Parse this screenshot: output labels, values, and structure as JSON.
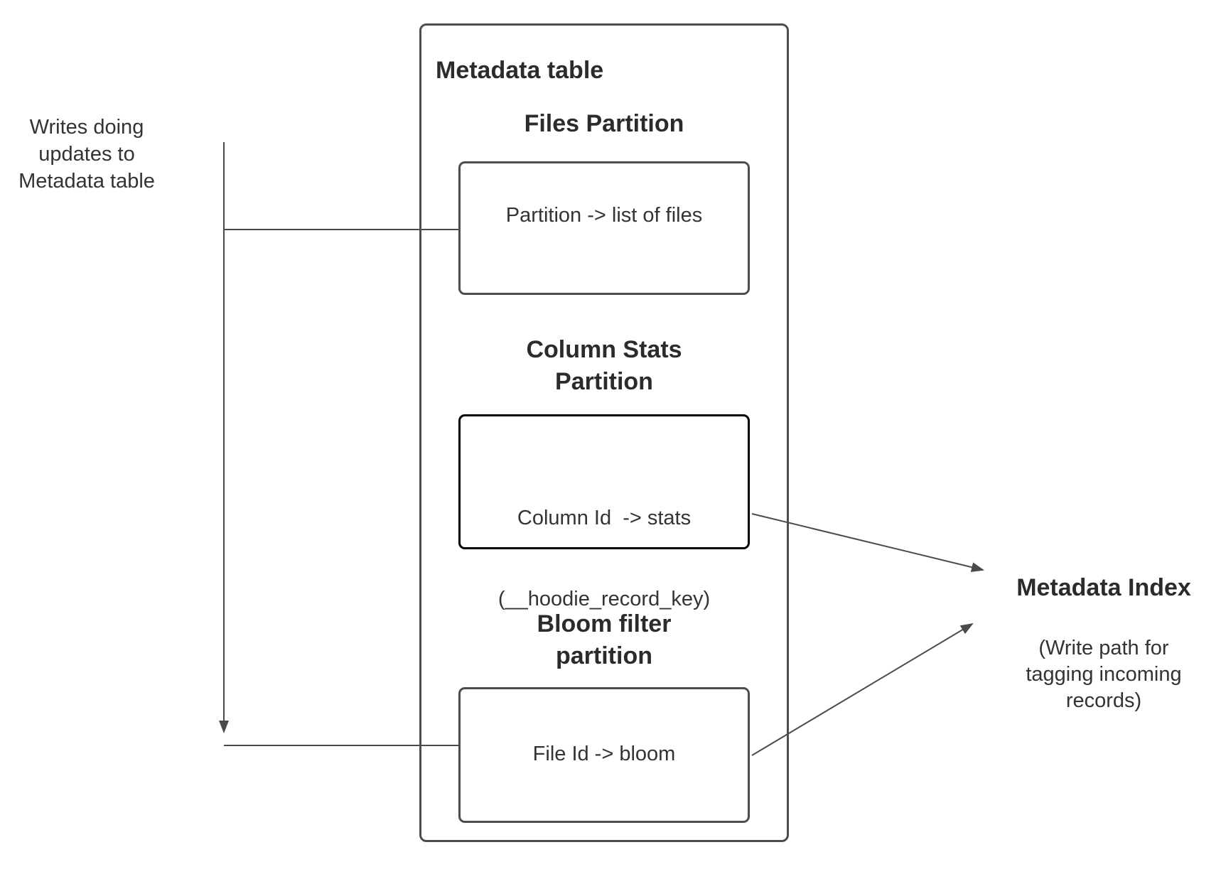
{
  "colors": {
    "background": "#ffffff",
    "connector_line": "#4a4a4a",
    "box_border": "#4d4d4d",
    "emphasis_box_border": "#000000",
    "text": "#333333",
    "heading_text": "#2b2b2b"
  },
  "left_note": {
    "line1": "Writes doing",
    "line2": "updates to",
    "line3": "Metadata table"
  },
  "metadata_table": {
    "title": "Metadata table",
    "files_partition": {
      "heading": "Files Partition",
      "body": "Partition -> list of files"
    },
    "column_stats_partition": {
      "heading_line1": "Column Stats",
      "heading_line2": "Partition",
      "body_line1": "Column Id  -> stats",
      "body_line2": "(__hoodie_record_key)"
    },
    "bloom_filter_partition": {
      "heading_line1": "Bloom filter",
      "heading_line2": "partition",
      "body": "File Id -> bloom"
    }
  },
  "metadata_index": {
    "title": "Metadata Index",
    "subtitle_line1": "(Write path for",
    "subtitle_line2": "tagging incoming",
    "subtitle_line3": "records)"
  }
}
